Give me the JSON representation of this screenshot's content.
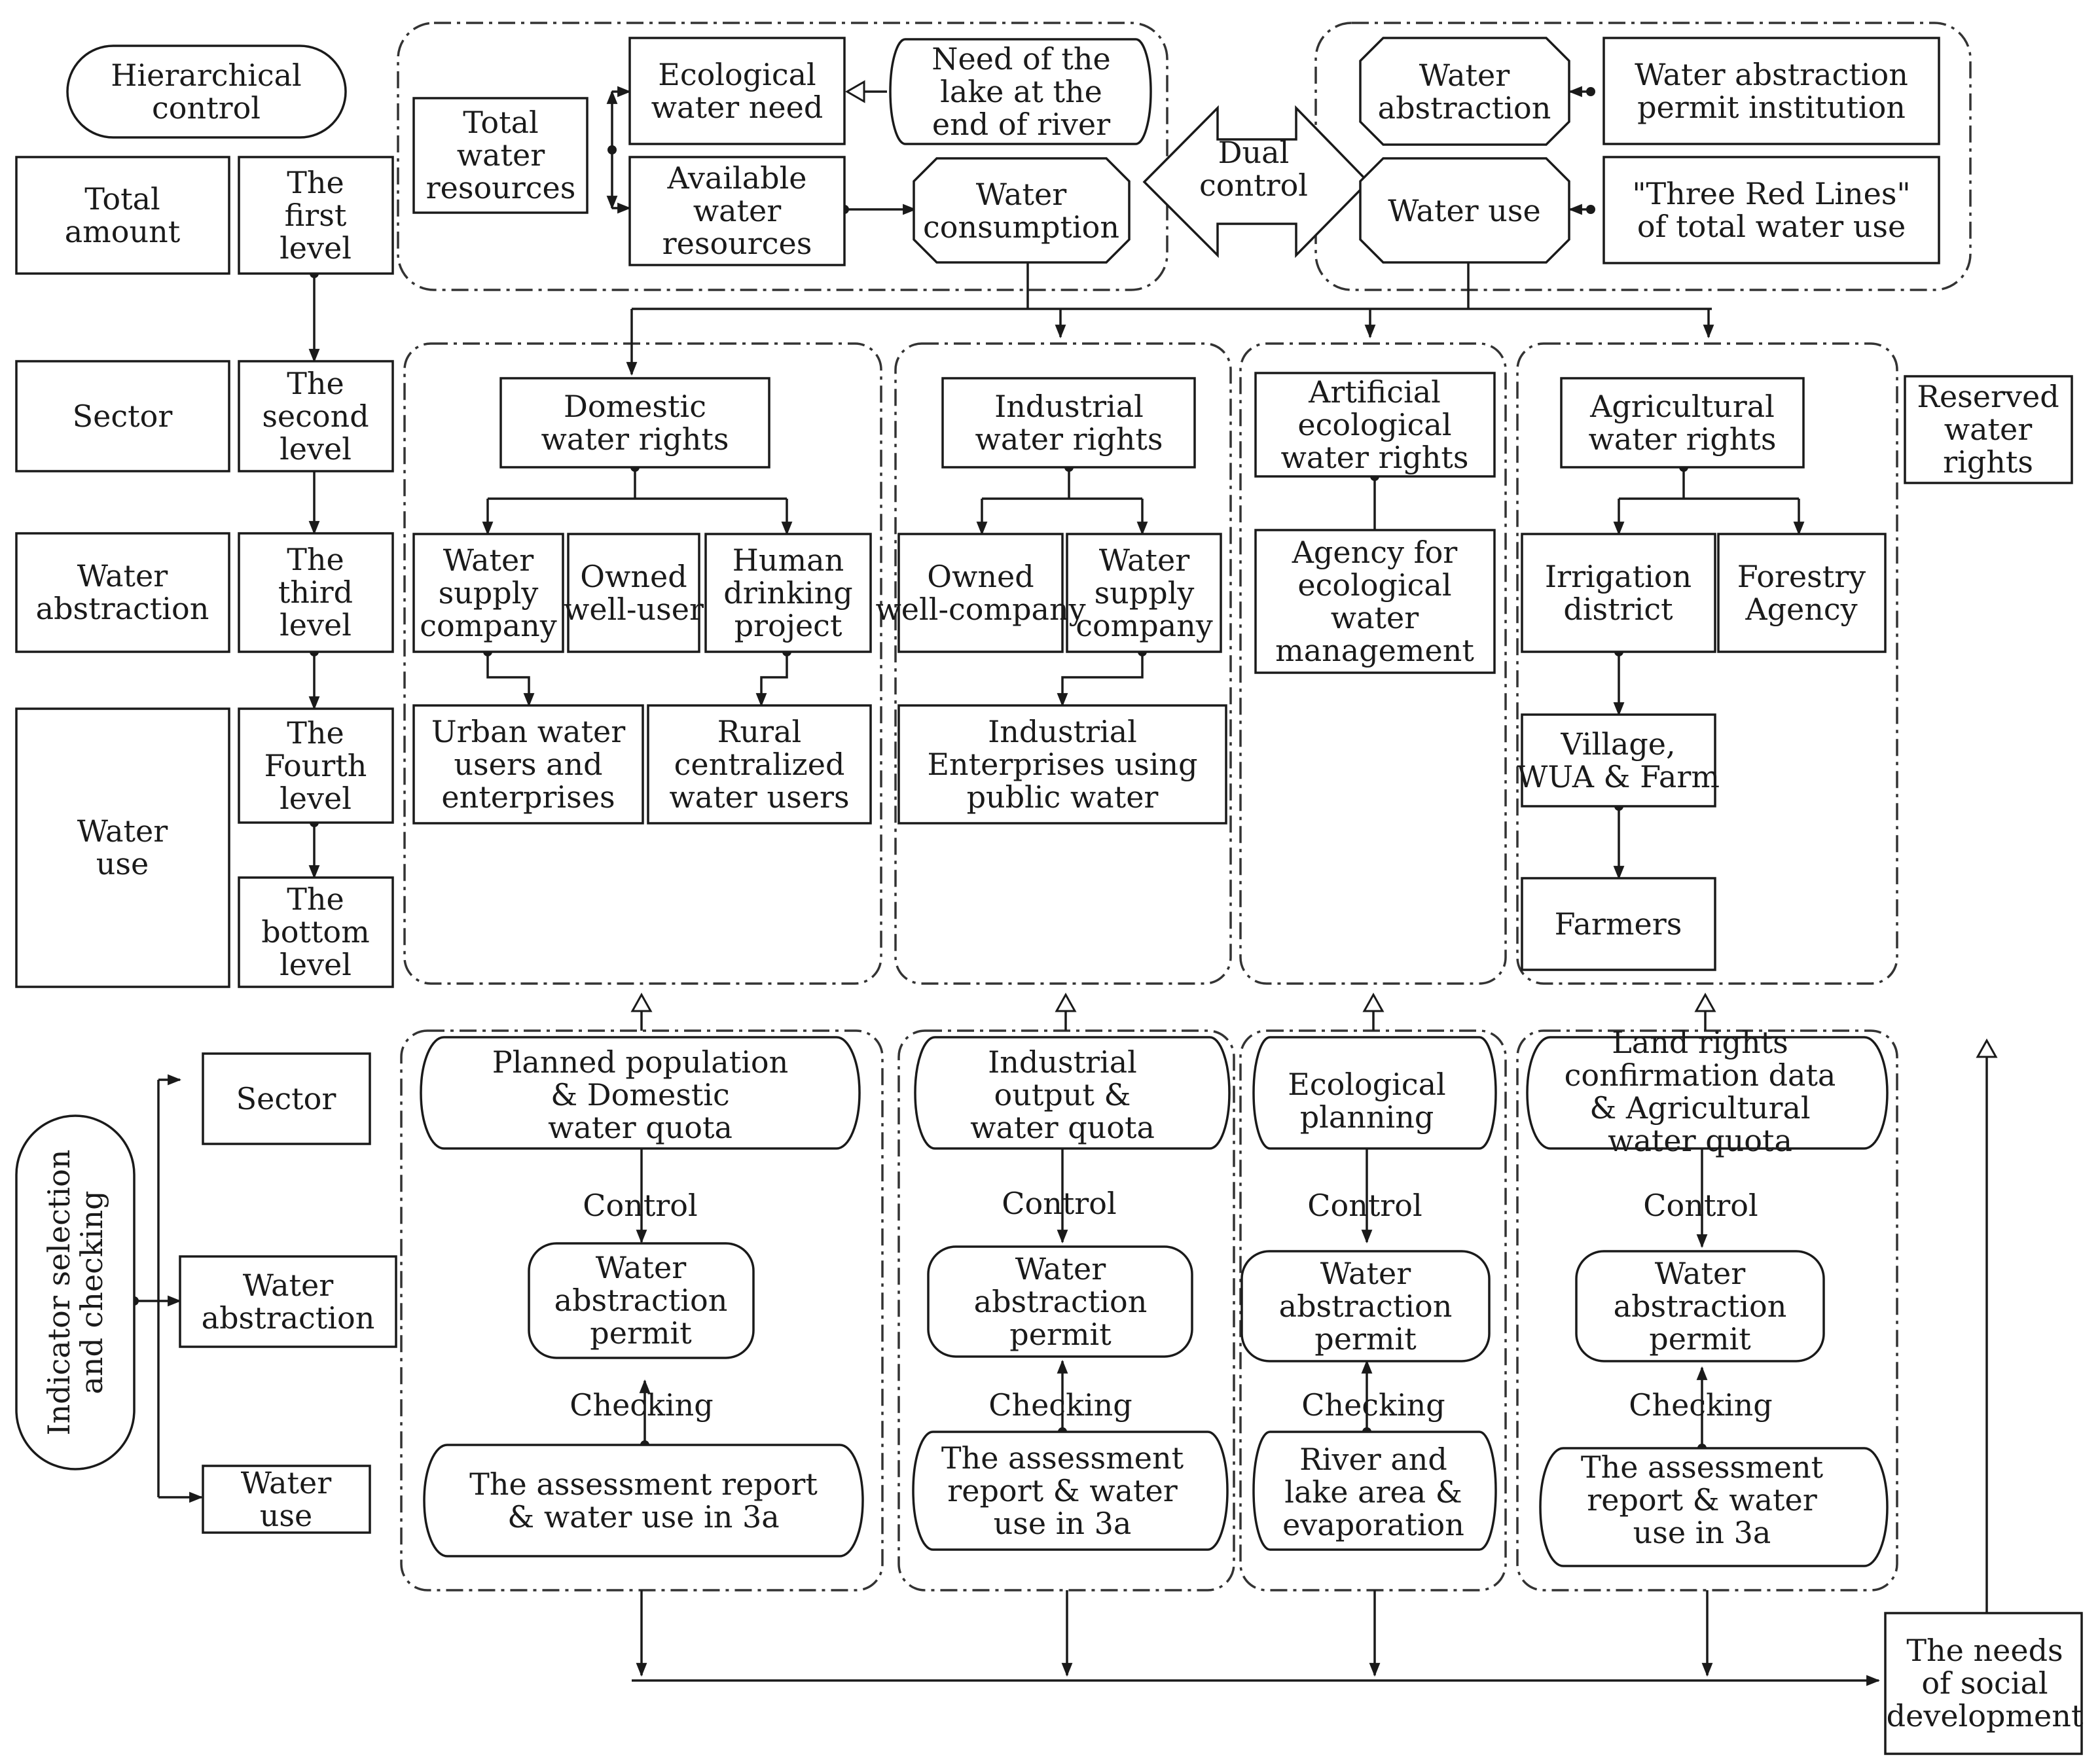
{
  "left": {
    "hierarchical_control": "Hierarchical control",
    "rows": {
      "total_amount": "Total amount",
      "first_level": "The first level",
      "sector": "Sector",
      "second_level": "The second level",
      "water_abstraction": "Water abstraction",
      "third_level": "The third level",
      "water_use": "Water use",
      "fourth_level": "The Fourth level",
      "bottom_level": "The bottom level"
    },
    "indicator": "Indicator selection and checking",
    "indicator_items": [
      "Sector",
      "Water abstraction",
      "Water use"
    ]
  },
  "top": {
    "total_water_resources": "Total water resources",
    "ecological_water_need": "Ecological water need",
    "lake_need": "Need of the lake at the end of river",
    "available_water_resources": "Available water resources",
    "water_consumption": "Water consumption",
    "dual_control": "Dual control",
    "water_abstraction": "Water abstraction",
    "permit_institution": "Water abstraction permit institution",
    "water_use": "Water use",
    "three_red_lines": "\"Three Red Lines\" of total water use"
  },
  "sectors": {
    "domestic": {
      "rights": "Domestic water rights",
      "abstractors": [
        "Water supply company",
        "Owned well-user",
        "Human drinking project"
      ],
      "users": [
        "Urban water users and enterprises",
        "Rural centralized water users"
      ]
    },
    "industrial": {
      "rights": "Industrial water rights",
      "abstractors": [
        "Owned well-company",
        "Water supply company"
      ],
      "users": [
        "Industrial Enterprises using public water"
      ]
    },
    "ecological": {
      "rights": "Artificial ecological water rights",
      "agency": "Agency for ecological water management"
    },
    "agricultural": {
      "rights": "Agricultural water rights",
      "abstractors": [
        "Irrigation district",
        "Forestry Agency"
      ],
      "village": "Village, WUA & Farm",
      "farmers": "Farmers"
    },
    "reserved": "Reserved water rights"
  },
  "checking": {
    "control_label": "Control",
    "checking_label": "Checking",
    "permit": "Water abstraction permit",
    "domestic": {
      "quota": "Planned population & Domestic water quota",
      "report": "The assessment report & water use in 3a"
    },
    "industrial": {
      "quota": "Industrial output & water quota",
      "report": "The assessment report & water use in 3a"
    },
    "ecological": {
      "quota": "Ecological planning",
      "report": "River and lake area & evaporation"
    },
    "agricultural": {
      "quota": "Land rights confirmation data & Agricultural water quota",
      "report": "The assessment report & water use in 3a"
    }
  },
  "social_needs": "The needs of social development",
  "colors": {
    "stroke": "#1a1a1a",
    "background": "#ffffff"
  }
}
